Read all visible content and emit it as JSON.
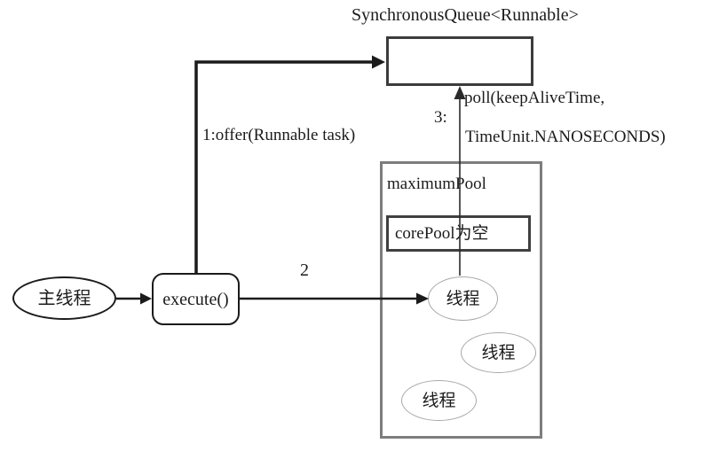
{
  "diagram": {
    "title": "SynchronousQueue<Runnable>",
    "pool": {
      "label": "maximumPool",
      "core_label": "corePool为空"
    },
    "nodes": {
      "main_thread": "主线程",
      "execute": "execute()",
      "threads": [
        "线程",
        "线程",
        "线程"
      ]
    },
    "edges": {
      "offer": "1:offer(Runnable task)",
      "step2": "2",
      "step3": "3:",
      "poll_line1": "poll(keepAliveTime,",
      "poll_line2": "TimeUnit.NANOSECONDS)"
    },
    "colors": {
      "ink": "#1b1b1b",
      "queue_border": "#3c3c3c",
      "pool_border": "#7d7d7d",
      "core_border": "#404040",
      "thread_border": "#a9a9a9",
      "background": "#ffffff"
    }
  }
}
